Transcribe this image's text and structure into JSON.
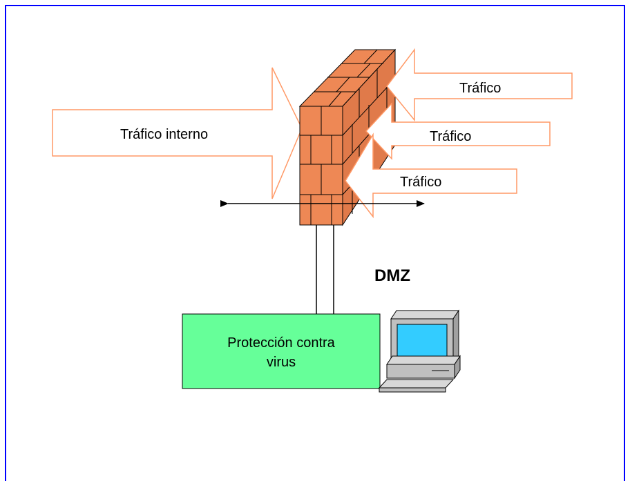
{
  "labels": {
    "internal_traffic": "Tráfico interno",
    "ext_traffic_1": "Tráfico",
    "ext_traffic_2": "Tráfico",
    "ext_traffic_3": "Tráfico",
    "dmz": "DMZ",
    "antivirus_line1": "Protección contra",
    "antivirus_line2": "virus"
  },
  "colors": {
    "frame_border": "#0000ff",
    "arrow_outline": "#ff9966",
    "brick": "#ee8855",
    "brick_mortar": "#000000",
    "antivirus_fill": "#66ff99",
    "monitor_screen": "#33ccff",
    "computer_body": "#c0c0c0"
  },
  "icons": {
    "firewall": "brick-wall-icon",
    "computer": "desktop-computer-icon"
  }
}
